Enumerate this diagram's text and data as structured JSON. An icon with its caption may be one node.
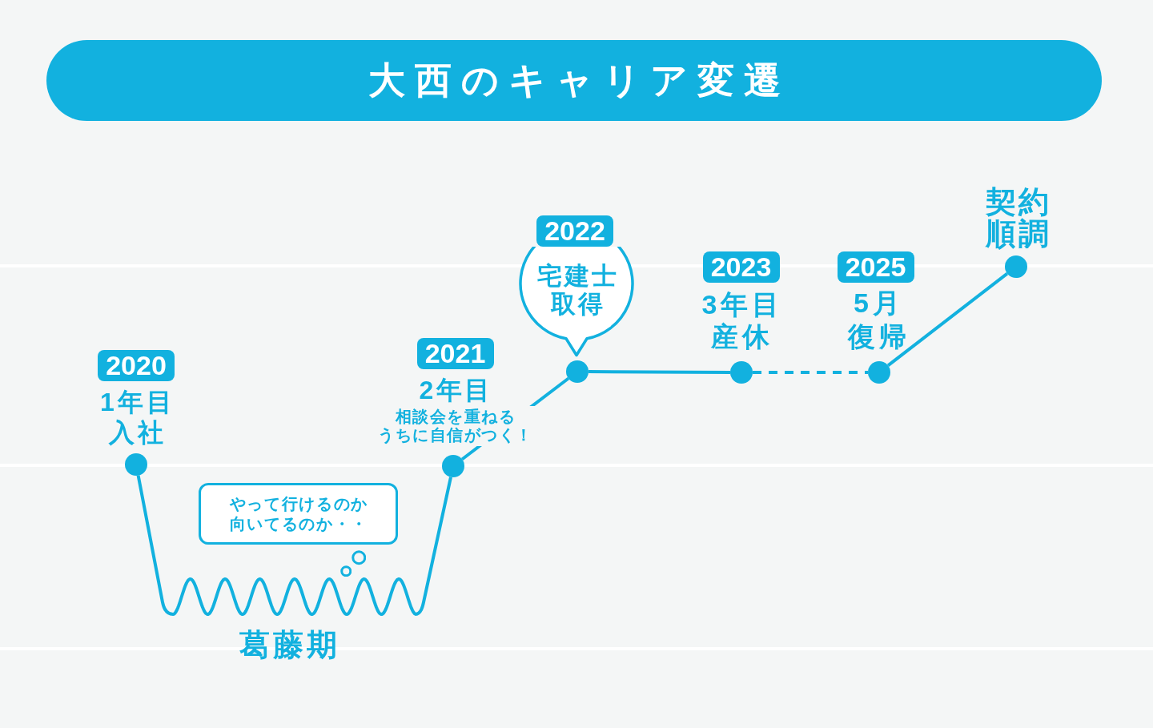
{
  "diagram": {
    "title": "大西のキャリア変遷",
    "nodes": [
      {
        "text": [
          "2020"
        ],
        "beside": [
          "1年目入社"
        ]
      },
      {
        "text": [],
        "shape": "circle"
      },
      {
        "text": [
          "やって行けるのか向いてるのか・・"
        ]
      },
      {
        "text": [
          "2021"
        ],
        "beside": [
          "2年目",
          "相談会を重ねるうちに自信がつく！"
        ]
      },
      {
        "text": [],
        "shape": "circle"
      },
      {
        "text": [
          "宅建士取得"
        ]
      },
      {
        "text": [
          "2022"
        ]
      },
      {
        "text": [],
        "shape": "circle"
      },
      {
        "text": [
          "2023"
        ],
        "beside": [
          "3年目産休"
        ]
      },
      {
        "text": [],
        "shape": "circle"
      },
      {
        "text": [
          "2025"
        ],
        "beside": [
          "5月復帰"
        ]
      },
      {
        "text": [],
        "shape": "circle"
      },
      {
        "text": [],
        "shape": "circle",
        "beside": [
          "契約順調"
        ]
      }
    ],
    "edges": [
      {
        "from": 1,
        "to": 4,
        "arrow": "none"
      },
      {
        "from": 4,
        "to": 7,
        "arrow": "none"
      },
      {
        "from": 7,
        "to": 9,
        "arrow": "none"
      },
      {
        "from": 9,
        "to": 11,
        "arrow": "none",
        "style": "dashed"
      },
      {
        "from": 11,
        "to": 12,
        "arrow": "none"
      }
    ],
    "labels": [
      "葛藤期"
    ]
  }
}
